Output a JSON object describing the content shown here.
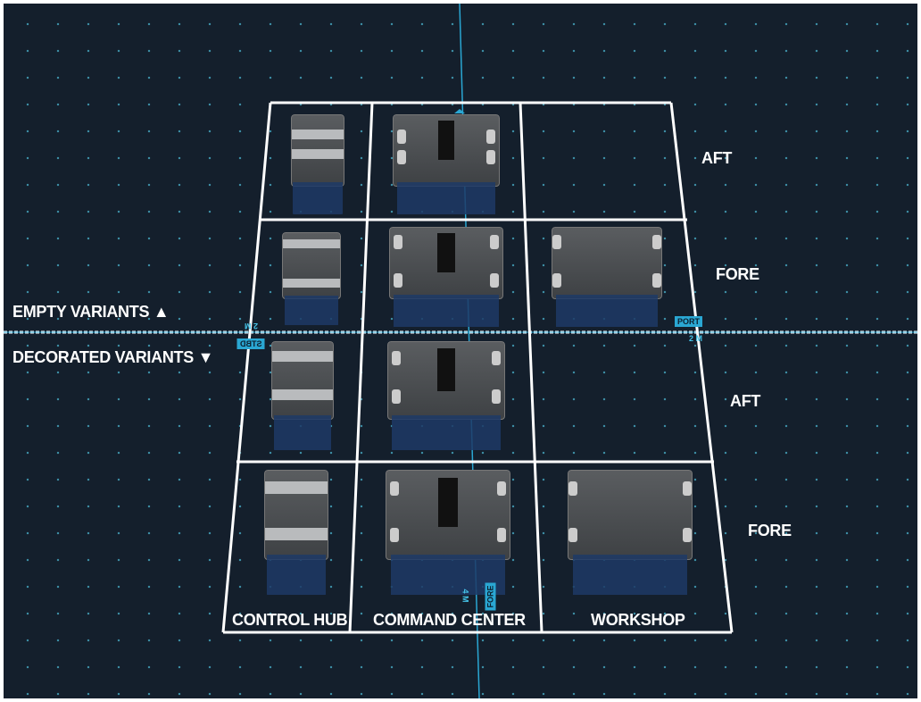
{
  "rows": {
    "row1": "AFT",
    "row2": "FORE",
    "row3": "AFT",
    "row4": "FORE"
  },
  "groups": {
    "empty": "EMPTY VARIANTS",
    "decorated": "DECORATED VARIANTS"
  },
  "columns": [
    "CONTROL HUB",
    "COMMAND CENTER",
    "WORKSHOP"
  ],
  "markers": {
    "port": "PORT",
    "stbd": "STBD",
    "fore": "FORE",
    "dist_port": "2 M",
    "dist_stbd": "2 M",
    "dist_fore": "4 M"
  },
  "colors": {
    "background": "#141f2c",
    "accent": "#2aa7d3",
    "grid": "#ffffff"
  }
}
